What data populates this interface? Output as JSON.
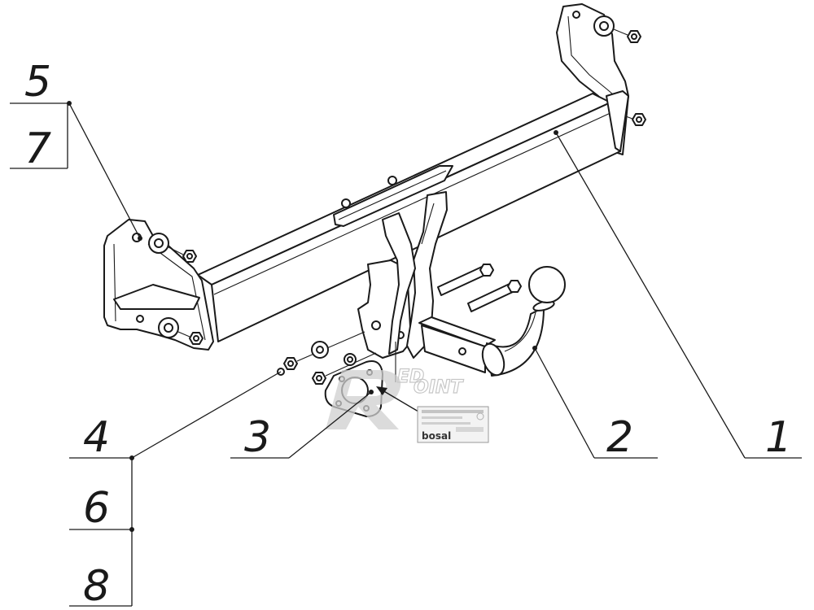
{
  "callouts": {
    "c1": "1",
    "c2": "2",
    "c3": "3",
    "c4": "4",
    "c5": "5",
    "c6": "6",
    "c7": "7",
    "c8": "8"
  },
  "label_plate": {
    "brand": "bosal"
  },
  "watermark": {
    "line1": "ED",
    "line2": "OINT"
  },
  "colors": {
    "ink": "#1a1a1a",
    "watermark": "#cfcfcf",
    "background": "#ffffff"
  }
}
